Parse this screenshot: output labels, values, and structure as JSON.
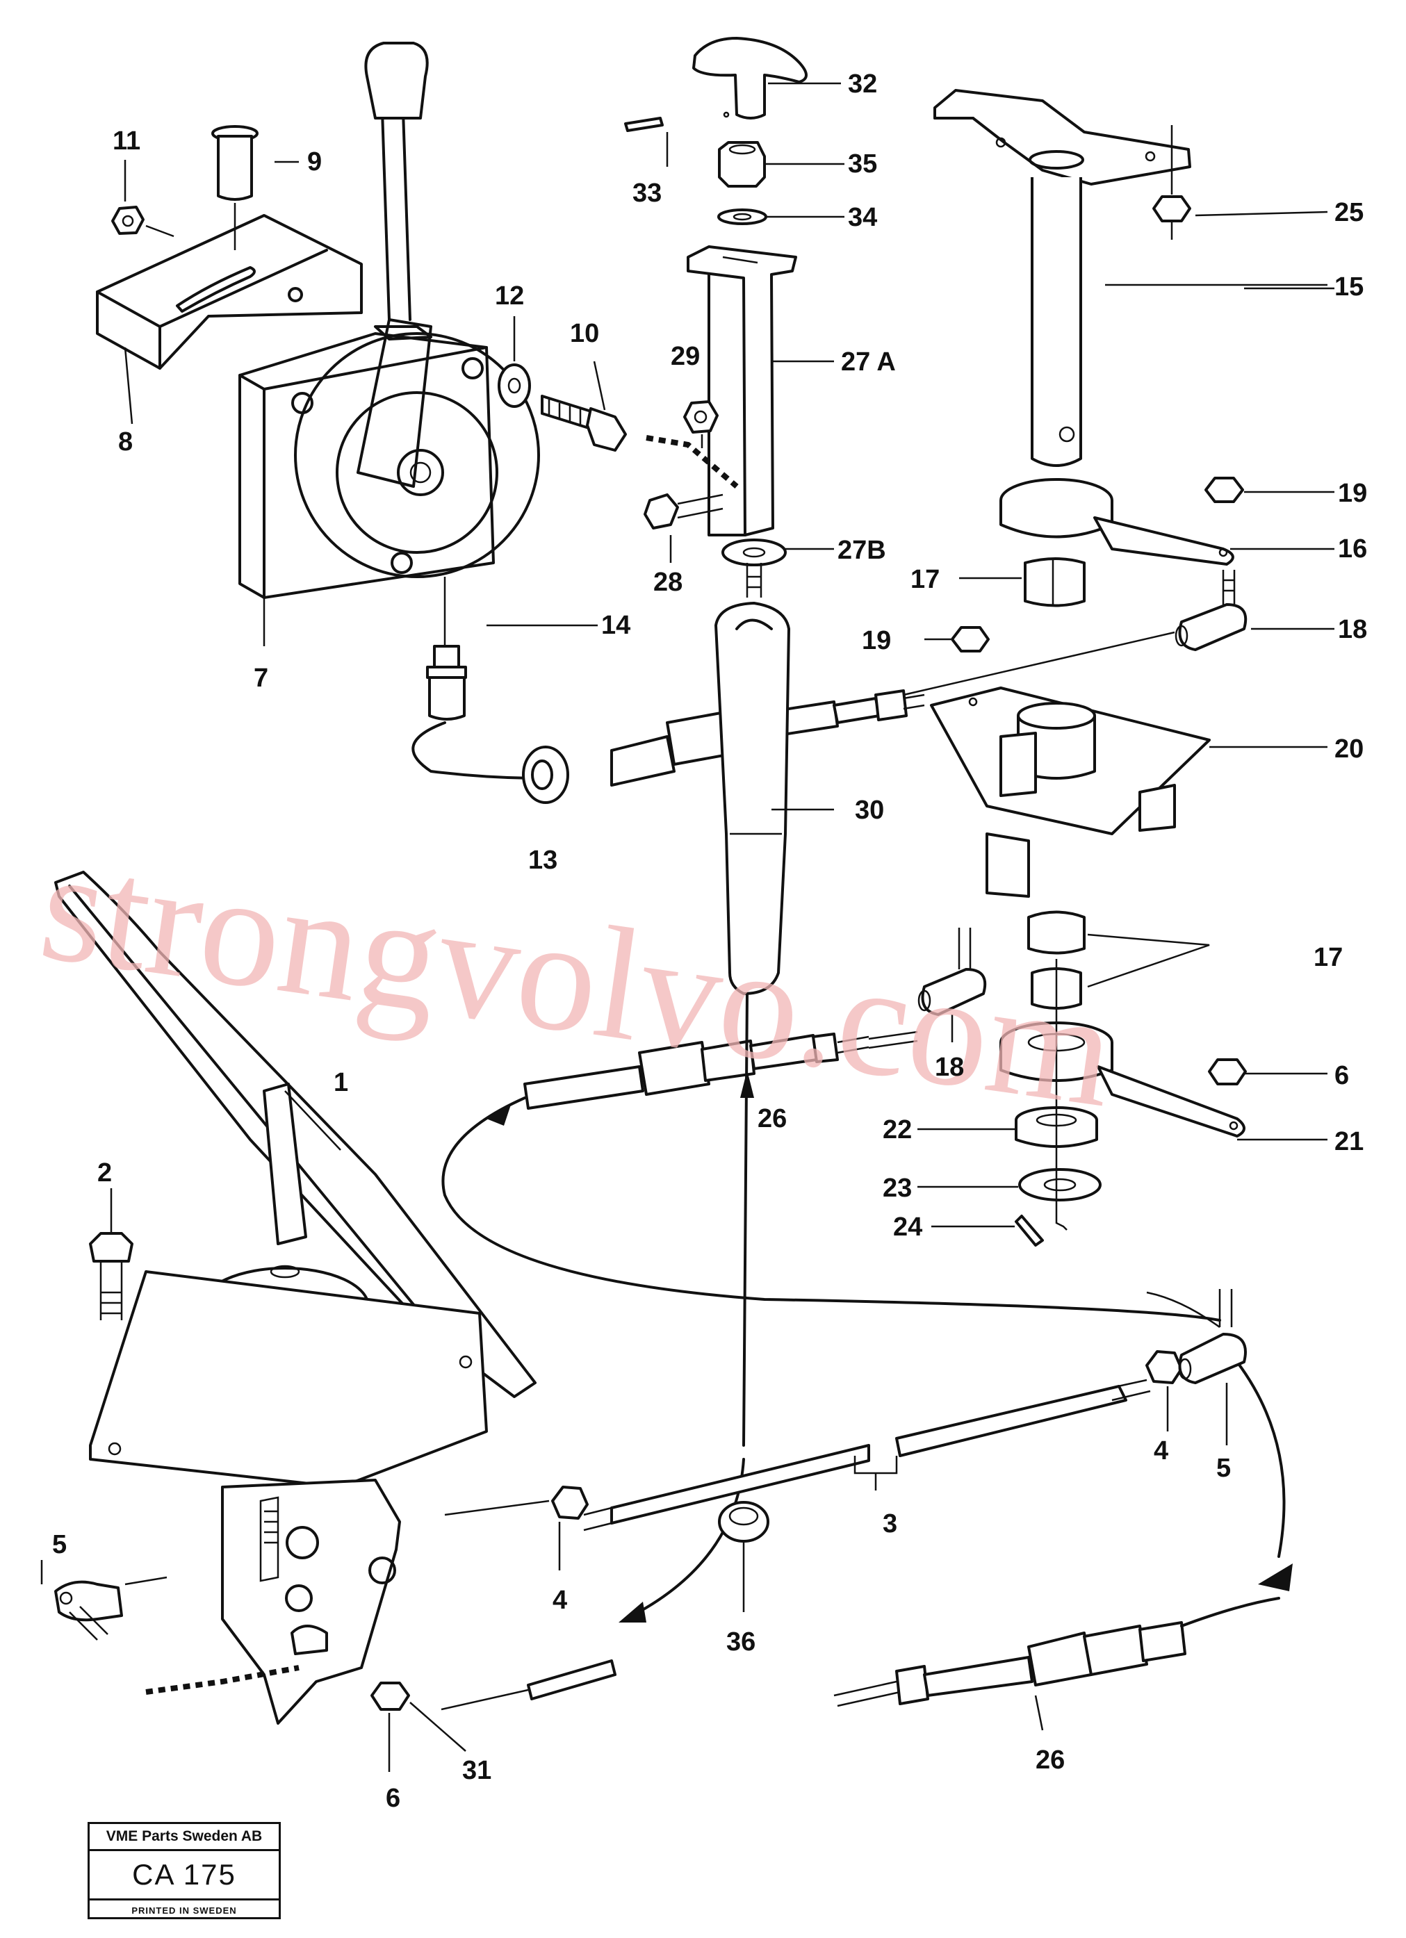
{
  "callouts": {
    "c1": "1",
    "c2": "2",
    "c3": "3",
    "c4a": "4",
    "c4b": "4",
    "c5a": "5",
    "c5b": "5",
    "c6a": "6",
    "c6b": "6",
    "c7": "7",
    "c8": "8",
    "c9": "9",
    "c10": "10",
    "c11": "11",
    "c12": "12",
    "c13": "13",
    "c14": "14",
    "c15": "15",
    "c16": "16",
    "c17a": "17",
    "c17b": "17",
    "c18a": "18",
    "c18b": "18",
    "c19a": "19",
    "c19b": "19",
    "c20": "20",
    "c21": "21",
    "c22": "22",
    "c23": "23",
    "c24": "24",
    "c25": "25",
    "c26a": "26",
    "c26b": "26",
    "c27a": "27 A",
    "c27b": "27B",
    "c28": "28",
    "c29": "29",
    "c30": "30",
    "c31": "31",
    "c32": "32",
    "c33": "33",
    "c34": "34",
    "c35": "35",
    "c36": "36"
  },
  "watermark": "strongvolvo.com",
  "title_block": {
    "company": "VME Parts Sweden AB",
    "code": "CA 175",
    "printed": "PRINTED IN SWEDEN"
  },
  "colors": {
    "line": "#111111",
    "watermark": "#f2b6b6",
    "background": "#ffffff"
  }
}
